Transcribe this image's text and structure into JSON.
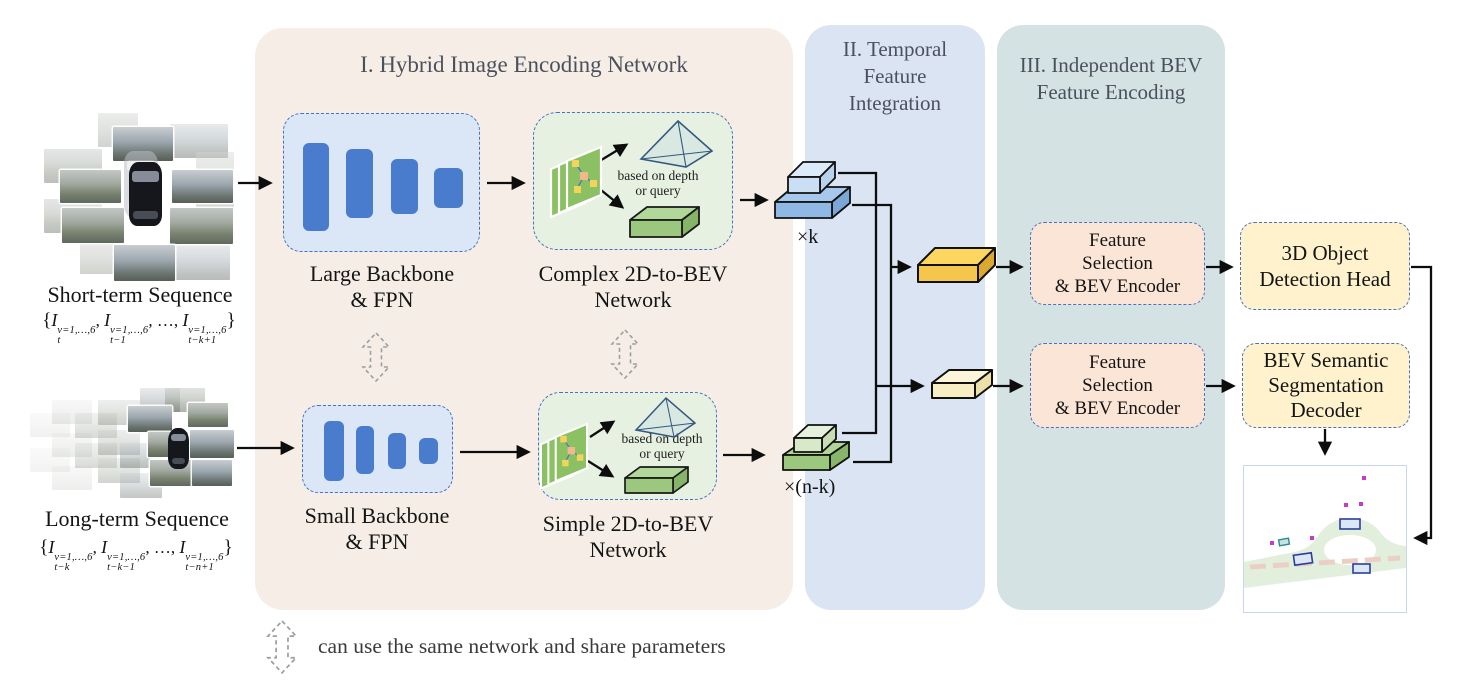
{
  "panels": {
    "hybrid": {
      "title": "I. Hybrid Image Encoding Network"
    },
    "temporal": {
      "title_lines": [
        "II. Temporal",
        "Feature",
        "Integration"
      ]
    },
    "independent": {
      "title_lines": [
        "III. Independent BEV",
        "Feature Encoding"
      ]
    }
  },
  "sequences": {
    "short": {
      "label": "Short-term Sequence",
      "formula": {
        "open": "{",
        "close": "}",
        "comma": ",",
        "ellipsis": "…",
        "var": "I",
        "sup": "v=1,…,6",
        "subs": [
          "t",
          "t−1",
          "t−k+1"
        ]
      }
    },
    "long": {
      "label": "Long-term Sequence",
      "formula": {
        "open": "{",
        "close": "}",
        "comma": ",",
        "ellipsis": "…",
        "var": "I",
        "sup": "v=1,…,6",
        "subs": [
          "t−k",
          "t−k−1",
          "t−n+1"
        ]
      }
    }
  },
  "blocks": {
    "large_backbone": {
      "label_lines": [
        "Large Backbone",
        "& FPN"
      ]
    },
    "small_backbone": {
      "label_lines": [
        "Small Backbone",
        "& FPN"
      ]
    },
    "complex_bev": {
      "label_lines": [
        "Complex 2D-to-BEV",
        "Network"
      ]
    },
    "simple_bev": {
      "label_lines": [
        "Simple 2D-to-BEV",
        "Network"
      ]
    },
    "bev_note_lines": [
      "based on depth",
      "or query"
    ],
    "feature_selection": {
      "label_lines": [
        "Feature",
        "Selection",
        "& BEV Encoder"
      ]
    },
    "detection_head": {
      "label_lines": [
        "3D Object",
        "Detection Head"
      ]
    },
    "segmentation_decoder": {
      "label_lines": [
        "BEV Semantic",
        "Segmentation",
        "Decoder"
      ]
    }
  },
  "stacks": {
    "short_count": "×k",
    "long_count": "×(n-k)"
  },
  "legend": {
    "text": "can use the same network and share parameters"
  },
  "colors": {
    "panel_hybrid": "#f6eee6",
    "panel_temporal": "#dae4f3",
    "panel_independent": "#d4e2e3",
    "dash_border": "#4472c4",
    "backbone_fill": "#dbe6f6",
    "backbone_bar": "#4a7ccd",
    "bev_net_fill": "#e7f1e2",
    "feature_sel_fill": "#fbe5d6",
    "head_fill": "#fff2cc",
    "gold_feature": "#f5c64b",
    "pale_feature": "#f8eec3",
    "blue_feature": "#8fb8e4",
    "green_feature": "#9cc87e",
    "connector": "#0d0d0d"
  }
}
